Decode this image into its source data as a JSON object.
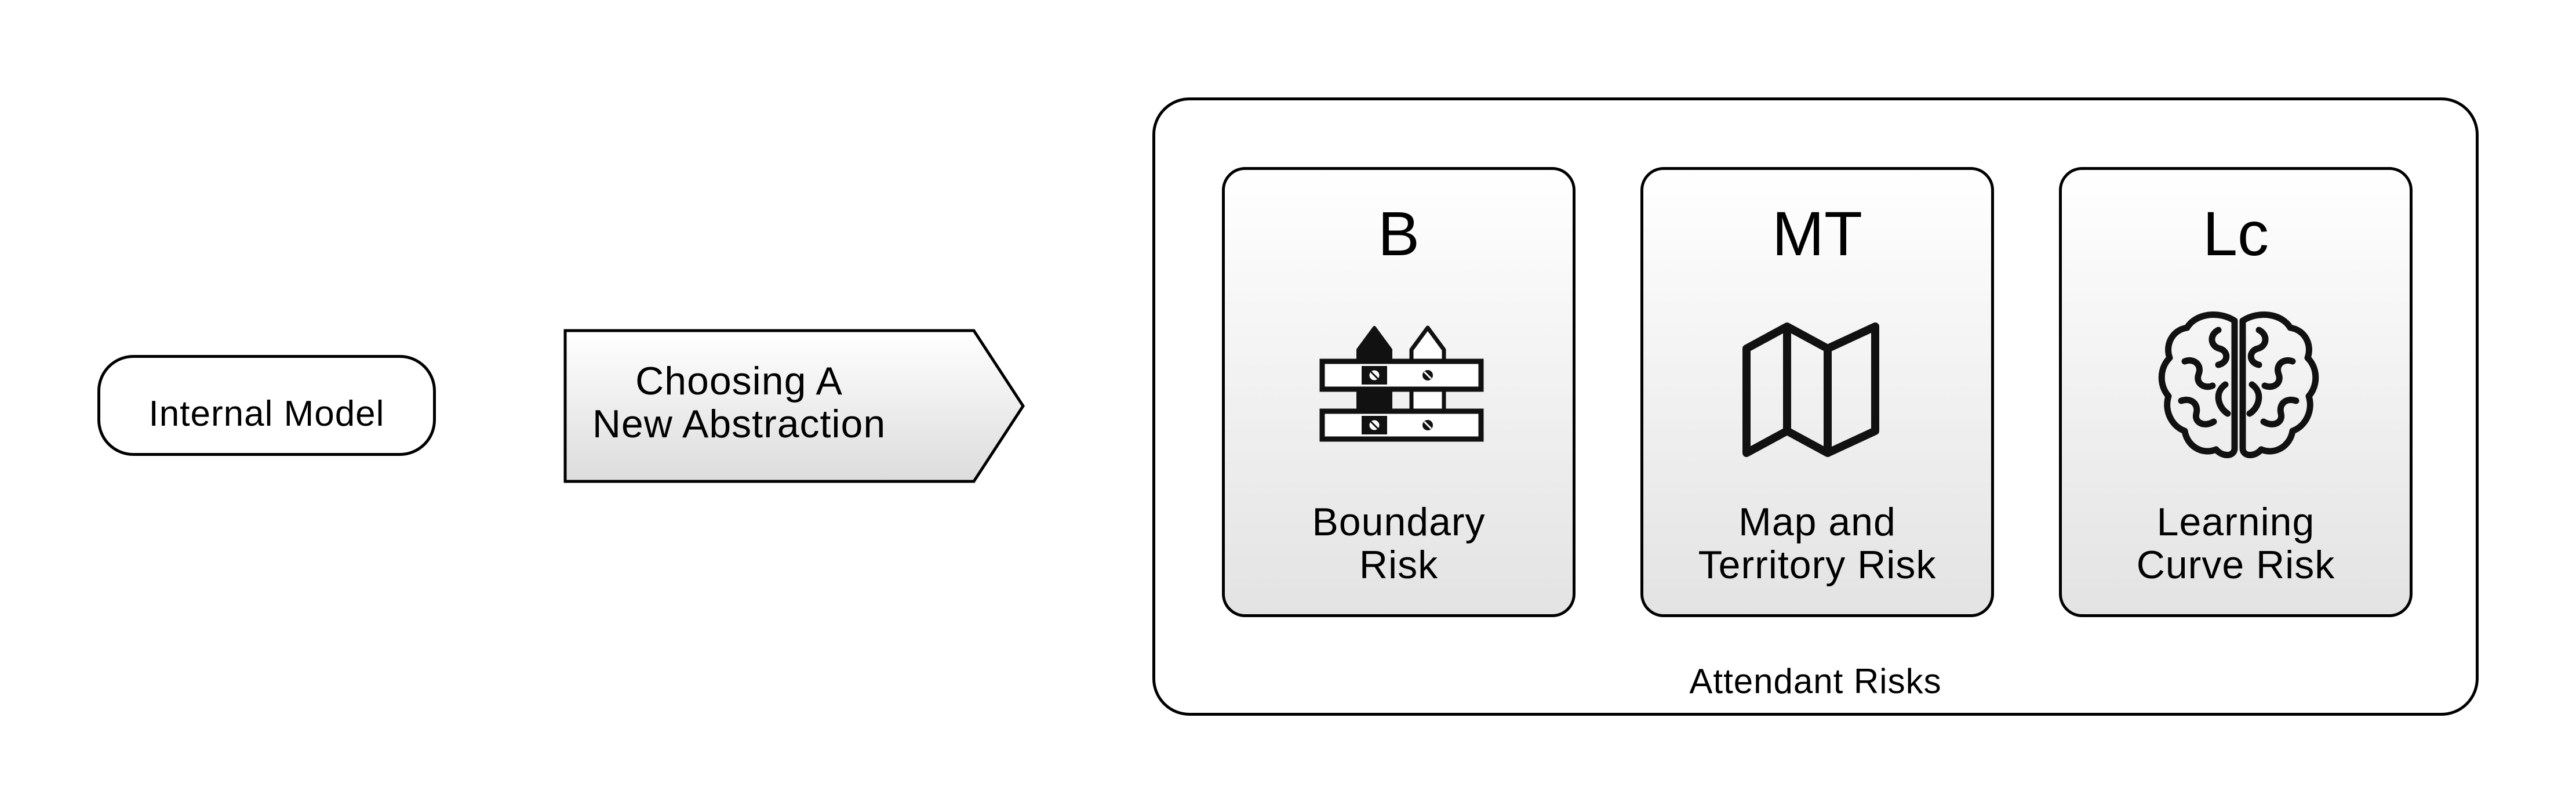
{
  "internal_model": {
    "label": "Internal Model"
  },
  "action": {
    "line1": "Choosing A",
    "line2": "New Abstraction"
  },
  "container": {
    "label": "Attendant Risks"
  },
  "risks": [
    {
      "abbr": "B",
      "line1": "Boundary",
      "line2": "Risk",
      "icon": "fence-icon"
    },
    {
      "abbr": "MT",
      "line1": "Map and",
      "line2": "Territory Risk",
      "icon": "map-icon"
    },
    {
      "abbr": "Lc",
      "line1": "Learning",
      "line2": "Curve Risk",
      "icon": "brain-icon"
    }
  ]
}
